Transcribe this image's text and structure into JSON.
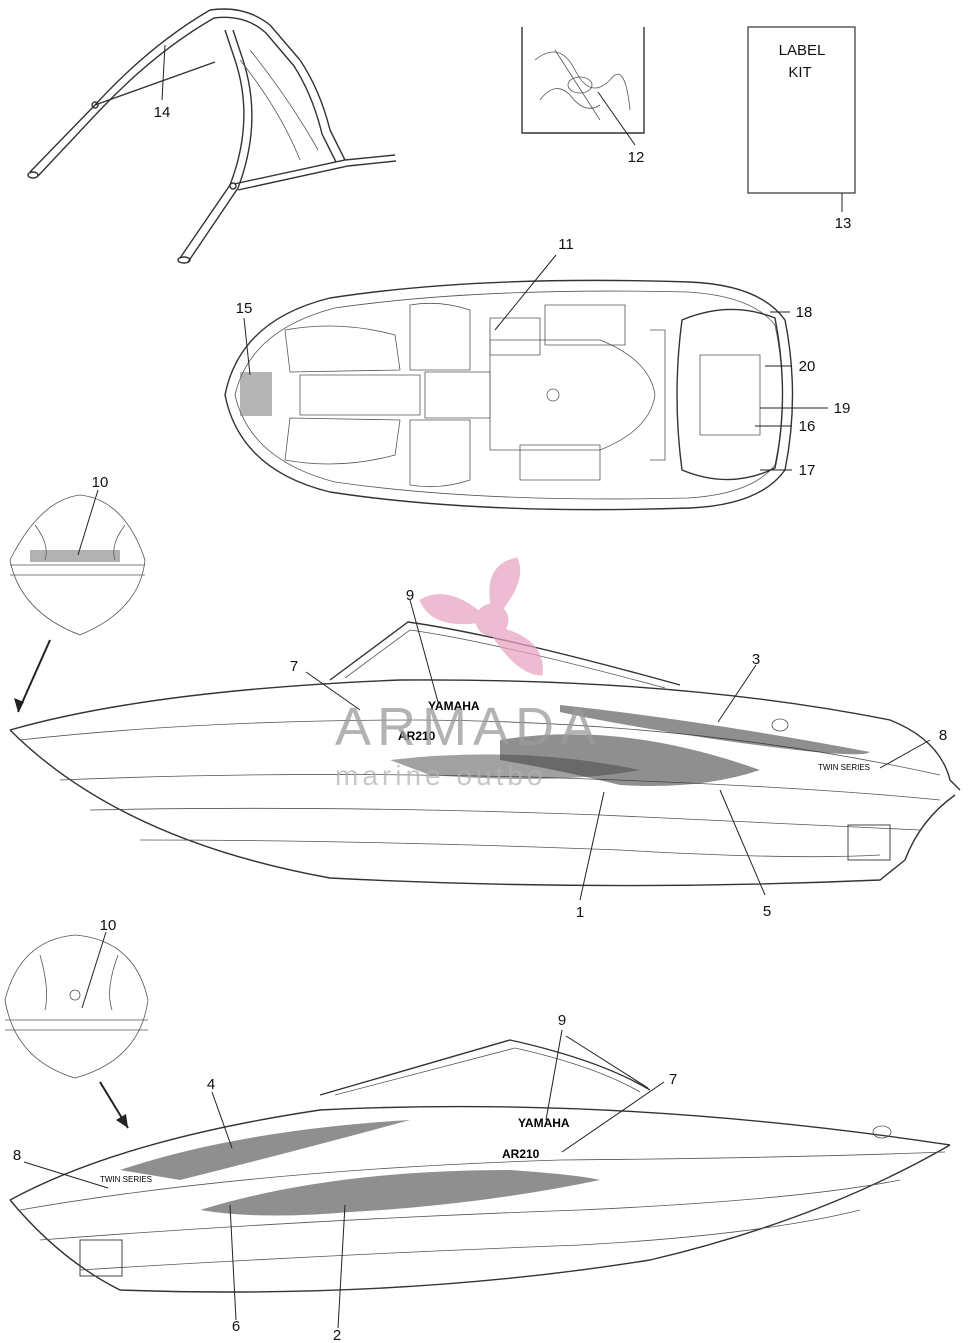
{
  "label_kit": {
    "line1": "LABEL",
    "line2": "KIT"
  },
  "callouts": [
    "1",
    "2",
    "3",
    "4",
    "5",
    "6",
    "7",
    "7",
    "8",
    "8",
    "9",
    "9",
    "10",
    "10",
    "11",
    "12",
    "13",
    "14",
    "15",
    "16",
    "17",
    "18",
    "19",
    "20"
  ],
  "deck_text": {
    "brand": "YAMAHA",
    "model": "AR210",
    "series": "TWIN SERIES"
  },
  "watermark": {
    "title": "ARMADA",
    "subtitle": "marine outbo",
    "color": "#e8a0c0"
  }
}
